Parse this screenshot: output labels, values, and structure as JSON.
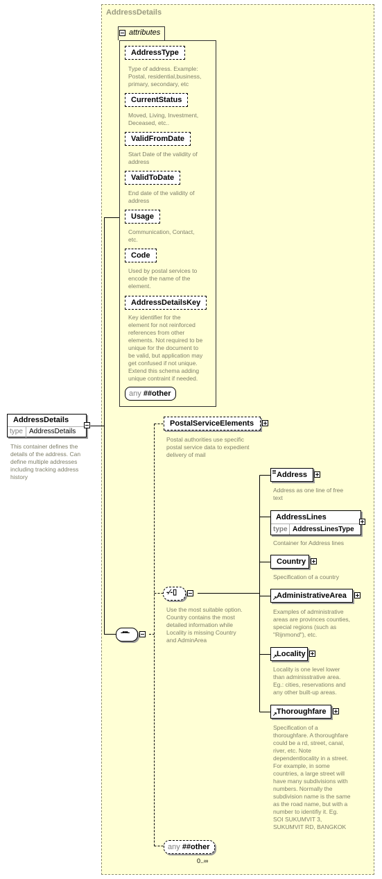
{
  "container": {
    "title": "AddressDetails"
  },
  "attributes_group": {
    "label": "attributes",
    "items": [
      {
        "name": "AddressType",
        "desc": [
          "Type of address. Example:",
          "Postal, residential,business,",
          "primary, secondary, etc"
        ]
      },
      {
        "name": "CurrentStatus",
        "desc": [
          "Moved, Living, Investment,",
          "Deceased, etc.."
        ]
      },
      {
        "name": "ValidFromDate",
        "desc": [
          "Start Date of the validity of",
          "address"
        ]
      },
      {
        "name": "ValidToDate",
        "desc": [
          "End date of the validity of",
          "address"
        ]
      },
      {
        "name": "Usage",
        "desc": [
          "Communication, Contact,",
          "etc."
        ]
      },
      {
        "name": "Code",
        "desc": [
          "Used by postal services to",
          "encode the name of the",
          "element."
        ]
      },
      {
        "name": "AddressDetailsKey",
        "desc": [
          "Key identifier for the",
          "element for not reinforced",
          "references from other",
          "elements. Not required to be",
          "unique for the document to",
          "be valid, but application may",
          "get confused if not unique.",
          "Extend this schema adding",
          "unique contraint if needed."
        ]
      }
    ],
    "any": {
      "keyword": "any",
      "value": "##other"
    }
  },
  "root": {
    "name": "AddressDetails",
    "type_label": "type",
    "type_value": "AddressDetails",
    "desc": [
      "This container defines the",
      "details of the address. Can",
      "define multiple addresses",
      "including tracking address",
      "history"
    ]
  },
  "postal": {
    "name": "PostalServiceElements",
    "desc": [
      "Postal authorities use specific",
      "postal service data to expedient",
      "delivery of mail"
    ]
  },
  "choice": {
    "desc": [
      "Use the most suitable option.",
      "Country contains the most",
      "detailed information while",
      "Locality is missing Country",
      "and AdminArea"
    ]
  },
  "elements": {
    "address": {
      "name": "Address",
      "desc": [
        "Address as one line of free",
        "text"
      ]
    },
    "address_lines": {
      "name": "AddressLines",
      "type_label": "type",
      "type_value": "AddressLinesType",
      "desc": [
        "Container for Address lines"
      ]
    },
    "country": {
      "name": "Country",
      "desc": [
        "Specification of a country"
      ]
    },
    "admin_area": {
      "name": "AdministrativeArea",
      "desc": [
        "Examples of administrative",
        "areas are provinces counties,",
        "special regions (such as",
        "\"Rijnmond\"), etc."
      ]
    },
    "locality": {
      "name": "Locality",
      "desc": [
        "Locality is one level lower",
        "than adminisstrative area.",
        "Eg.: cities, reservations and",
        "any other built-up areas."
      ]
    },
    "thoroughfare": {
      "name": "Thoroughfare",
      "desc": [
        "Specification of a",
        "thoroughfare. A thoroughfare",
        "could be a rd, street, canal,",
        "river, etc.  Note",
        "dependentlocality in a street.",
        "For example, in some",
        "countries, a large street will",
        "have many subdivisions with",
        "numbers. Normally the",
        "subdivision name is the same",
        "as the road name, but with a",
        "number to identifiy it. Eg.",
        "SOI SUKUMVIT 3,",
        "SUKUMVIT RD, BANGKOK"
      ]
    }
  },
  "any_other": {
    "keyword": "any",
    "value": "##other",
    "cardinality": "0..∞"
  }
}
